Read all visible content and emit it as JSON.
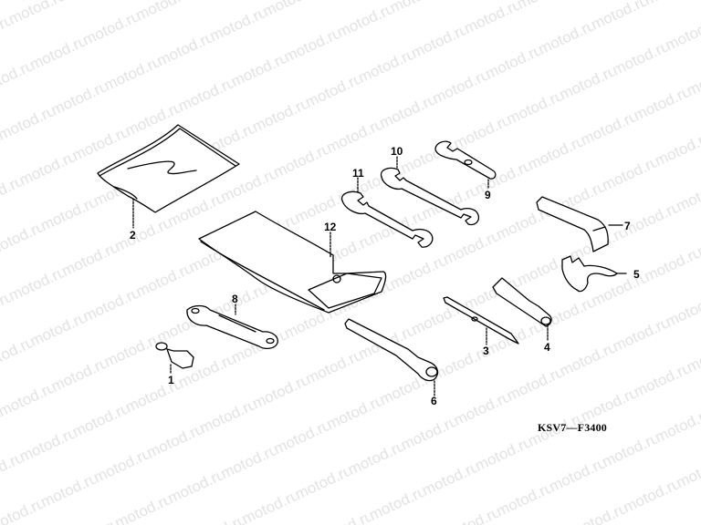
{
  "diagram": {
    "type": "exploded parts diagram",
    "subject": "Tool kit",
    "diagram_code": "KSV7—F3400",
    "watermark_text": "motod.ru",
    "line_color": "#000000",
    "background_color": "#ffffff",
    "watermark_color": "#e0e0e0"
  },
  "callouts": [
    {
      "number": "1",
      "part": "key-fob-clip"
    },
    {
      "number": "2",
      "part": "plastic-bag"
    },
    {
      "number": "3",
      "part": "screwdriver-bit"
    },
    {
      "number": "4",
      "part": "screwdriver-handle"
    },
    {
      "number": "5",
      "part": "pin-spanner"
    },
    {
      "number": "6",
      "part": "spark-plug-wrench"
    },
    {
      "number": "7",
      "part": "extension-bar"
    },
    {
      "number": "8",
      "part": "box-wrench"
    },
    {
      "number": "9",
      "part": "open-end-wrench-small"
    },
    {
      "number": "10",
      "part": "open-end-wrench-medium"
    },
    {
      "number": "11",
      "part": "open-end-wrench-large"
    },
    {
      "number": "12",
      "part": "tool-bag"
    }
  ]
}
